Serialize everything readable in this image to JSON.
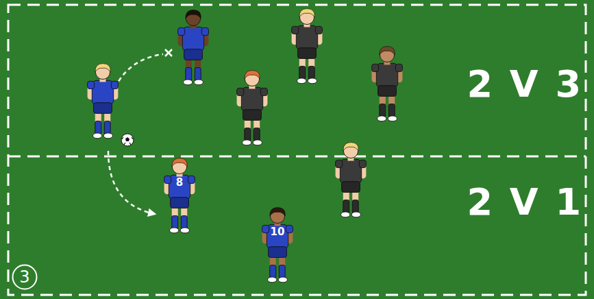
{
  "diagram": {
    "nodes": [
      {
        "text": [
          "3"
        ]
      }
    ],
    "labels": [
      "2 V 3",
      "2 V 1",
      "8",
      "10"
    ]
  }
}
